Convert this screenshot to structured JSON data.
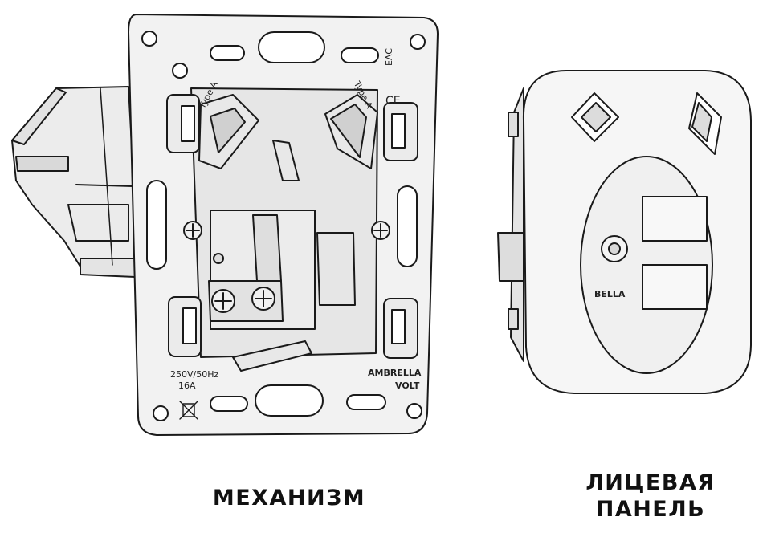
{
  "captions": {
    "mechanism": "МЕХАНИЗМ",
    "panel_line1": "ЛИЦЕВАЯ",
    "panel_line2": "ПАНЕЛЬ"
  },
  "mechanism_markings": {
    "usb_left": "Type A",
    "usb_right": "Type A",
    "rating_voltage": "250V/50Hz",
    "rating_current": "16A",
    "brand_line1": "AMBRELLA",
    "brand_line2": "VOLT",
    "ce_mark": "CE",
    "eac_mark": "EAC"
  },
  "panel_markings": {
    "brand_fragment": "BELLA"
  },
  "colors": {
    "outline": "#1a1a1a",
    "body_fill": "#f4f4f4",
    "shade": "#d9d9d9",
    "background": "#ffffff"
  }
}
